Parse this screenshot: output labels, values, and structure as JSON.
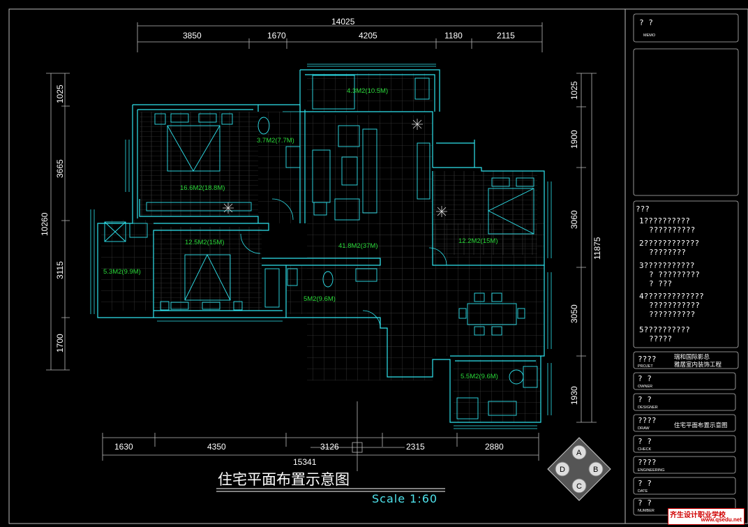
{
  "drawing": {
    "title": "住宅平面布置示意图",
    "scale": "Scale 1:60"
  },
  "dimensions": {
    "top_total": "14025",
    "top": [
      "3850",
      "1670",
      "4205",
      "1180",
      "2115"
    ],
    "bottom_total": "15341",
    "bottom": [
      "1630",
      "4350",
      "3126",
      "2315",
      "2880"
    ],
    "left_total": "10260",
    "left": [
      "1025",
      "3665",
      "3115",
      "1700"
    ],
    "right_total": "11875",
    "right": [
      "1025",
      "1900",
      "3060",
      "3050",
      "1930"
    ]
  },
  "rooms": [
    {
      "label": "4.3M2(10.5M)"
    },
    {
      "label": "3.7M2(7.7M)"
    },
    {
      "label": "16.6M2(18.8M)"
    },
    {
      "label": "12.5M2(15M)"
    },
    {
      "label": "5.3M2(9.9M)"
    },
    {
      "label": "41.8M2(37M)"
    },
    {
      "label": "12.2M2(15M)"
    },
    {
      "label": "5M2(9.6M)"
    },
    {
      "label": "5.5M2(9.6M)"
    }
  ],
  "title_block": {
    "memo_header": "?  ?",
    "memo_label": "MEMO",
    "notes_header": "???",
    "notes": [
      [
        "1??????????",
        "??????????"
      ],
      [
        "2????????????",
        "????????"
      ],
      [
        "3???????????",
        "? ?????????",
        "? ???"
      ],
      [
        "4?????????????",
        "???????????",
        "??????????"
      ],
      [
        "5??????????",
        "?????"
      ]
    ],
    "rows": [
      {
        "q": "????",
        "label": "PROJET",
        "value1": "瑞和国际影总",
        "value2": "雅居室内装饰工程"
      },
      {
        "q": "?  ?",
        "label": "OWNER",
        "value1": "",
        "value2": ""
      },
      {
        "q": "?  ?",
        "label": "DESIGNER",
        "value1": "",
        "value2": ""
      },
      {
        "q": "????",
        "label": "DRAW",
        "value1": "住宅平面布置示意图",
        "value2": ""
      },
      {
        "q": "?  ?",
        "label": "CHECK",
        "value1": "",
        "value2": ""
      },
      {
        "q": "????",
        "label": "ENGINEERING",
        "value1": "",
        "value2": ""
      },
      {
        "q": "?  ?",
        "label": "DATE",
        "value1": "",
        "value2": ""
      },
      {
        "q": "?  ?",
        "label": "NUMBER",
        "value1": "",
        "value2": ""
      }
    ]
  },
  "compass": [
    "A",
    "B",
    "C",
    "D"
  ],
  "watermark": {
    "line1": "齐生设计职业学校",
    "line2": "www.qsedu.net"
  },
  "colors": {
    "wall": "#2fe4ee",
    "dimension": "#ffffff",
    "area_text": "#2bd93a",
    "background": "#000000"
  }
}
